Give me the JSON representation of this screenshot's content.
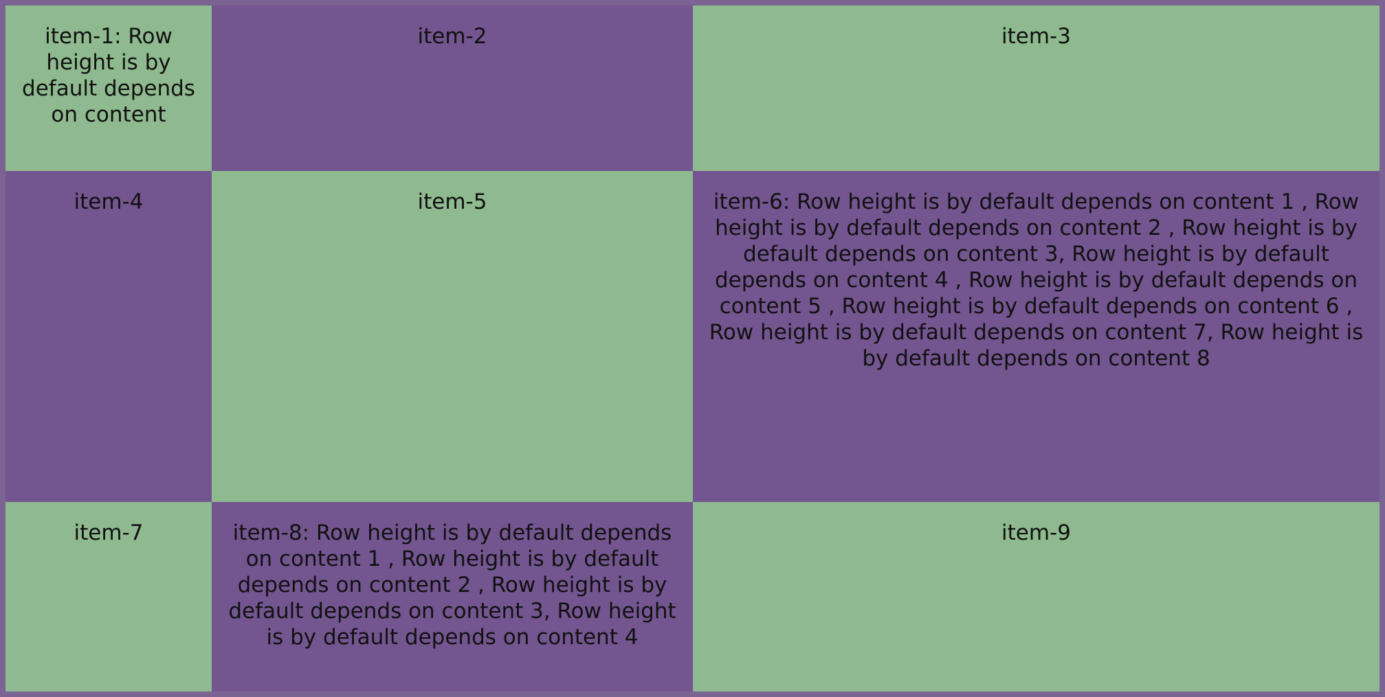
{
  "colors": {
    "page_background": "#7b6394",
    "green_item": "#8fb98f",
    "purple_item": "#735590",
    "text": "#111111"
  },
  "grid": {
    "items": [
      {
        "label": "item-1: Row height is by default depends on content"
      },
      {
        "label": "item-2"
      },
      {
        "label": "item-3"
      },
      {
        "label": "item-4"
      },
      {
        "label": "item-5"
      },
      {
        "label": "item-6: Row height is by default depends on content 1 , Row height is by default depends on content 2 , Row height is by default depends on content 3, Row height is by default depends on content 4 , Row height is by default depends on content 5 , Row height is by default depends on content 6 , Row height is by default depends on content 7, Row height is by default depends on content 8"
      },
      {
        "label": "item-7"
      },
      {
        "label": "item-8: Row height is by default depends on content 1 , Row height is by default depends on content 2 , Row height is by default depends on content 3, Row height is by default depends on content 4"
      },
      {
        "label": "item-9"
      }
    ]
  }
}
